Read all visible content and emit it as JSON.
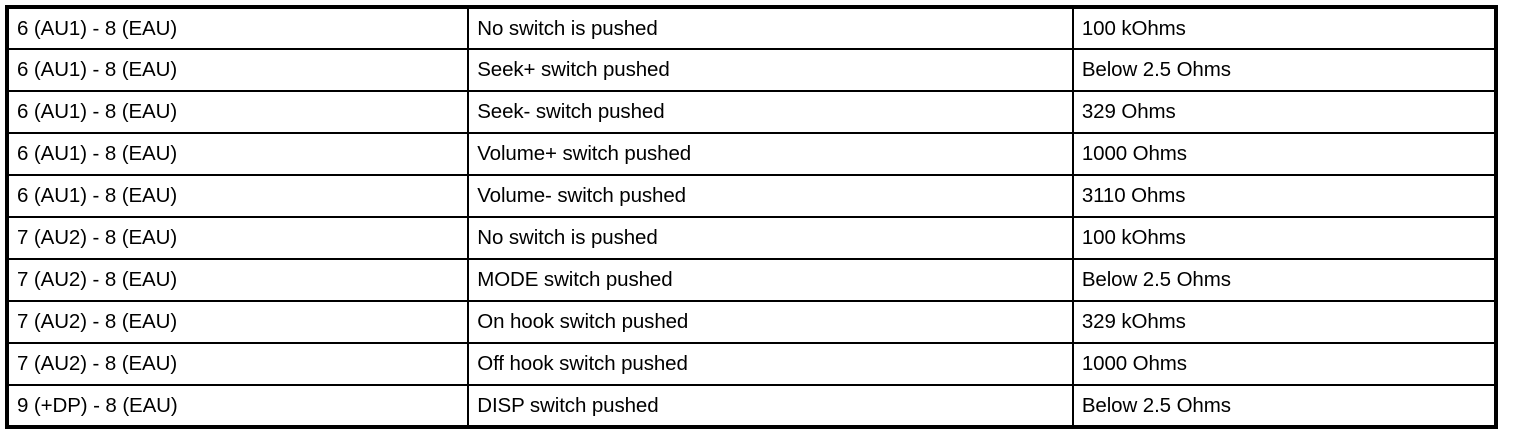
{
  "document": {
    "type": "table",
    "background_color": "#ffffff",
    "text_color": "#000000",
    "border_color": "#000000"
  },
  "table": {
    "column_count": 3,
    "row_count": 10,
    "columns": [
      {
        "key": "connection",
        "header": ""
      },
      {
        "key": "condition",
        "header": ""
      },
      {
        "key": "resistance",
        "header": ""
      }
    ],
    "rows": [
      {
        "connection": "6 (AU1) - 8 (EAU)",
        "condition": "No switch is pushed",
        "resistance": "100 kOhms"
      },
      {
        "connection": "6 (AU1) - 8 (EAU)",
        "condition": "Seek+ switch pushed",
        "resistance": "Below 2.5 Ohms"
      },
      {
        "connection": "6 (AU1) - 8 (EAU)",
        "condition": "Seek- switch pushed",
        "resistance": "329 Ohms"
      },
      {
        "connection": "6 (AU1) - 8 (EAU)",
        "condition": "Volume+ switch pushed",
        "resistance": "1000 Ohms"
      },
      {
        "connection": "6 (AU1) - 8 (EAU)",
        "condition": "Volume- switch pushed",
        "resistance": "3110 Ohms"
      },
      {
        "connection": "7 (AU2) - 8 (EAU)",
        "condition": "No switch is pushed",
        "resistance": "100 kOhms"
      },
      {
        "connection": "7 (AU2) - 8 (EAU)",
        "condition": "MODE switch pushed",
        "resistance": "Below 2.5 Ohms"
      },
      {
        "connection": "7 (AU2) - 8 (EAU)",
        "condition": "On hook switch pushed",
        "resistance": "329 kOhms"
      },
      {
        "connection": "7 (AU2) - 8 (EAU)",
        "condition": "Off hook switch pushed",
        "resistance": "1000 Ohms"
      },
      {
        "connection": "9 (+DP) - 8 (EAU)",
        "condition": "DISP switch pushed",
        "resistance": "Below 2.5 Ohms"
      }
    ]
  }
}
